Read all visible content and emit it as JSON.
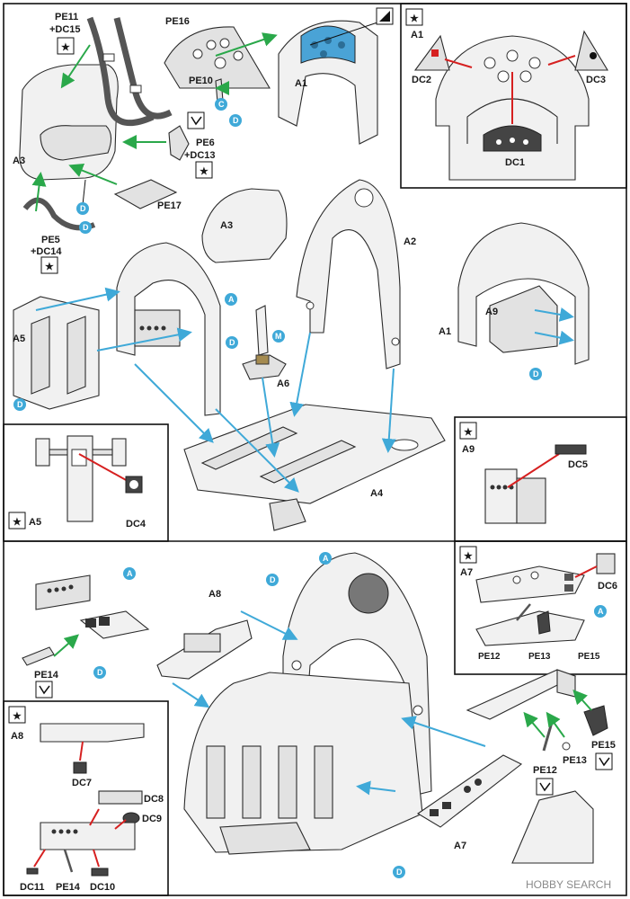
{
  "colors": {
    "paint_callout": "#3fa9d8",
    "blue_arrow": "#3fa9d8",
    "green_arrow": "#2aa84a",
    "red_line": "#d62020",
    "decal_panel": "#4aa3d6"
  },
  "icons": {
    "star": "star-icon",
    "pe_bend": "bend-icon",
    "corner": "corner-fold-icon"
  },
  "top": {
    "labels": {
      "pe11": "PE11",
      "dc15": "+DC15",
      "pe16": "PE16",
      "pe10": "PE10",
      "a1": "A1",
      "a3": "A3",
      "pe6": "PE6",
      "dc13": "+DC13",
      "pe17": "PE17",
      "pe5": "PE5",
      "dc14": "+DC14"
    },
    "callouts": {
      "c1": "C",
      "c2": "D",
      "c3": "D",
      "c4": "D"
    }
  },
  "inset_a1": {
    "star": "★",
    "part": "A1",
    "dc1": "DC1",
    "dc2": "DC2",
    "dc3": "DC3"
  },
  "middle": {
    "labels": {
      "a3": "A3",
      "a2": "A2",
      "a1": "A1",
      "a9": "A9",
      "a5": "A5",
      "a6": "A6",
      "a4": "A4"
    },
    "callouts": {
      "a": "A",
      "d1": "D",
      "m": "M",
      "d2": "D",
      "d3": "D"
    }
  },
  "inset_a5": {
    "star": "★",
    "part": "A5",
    "dc4": "DC4"
  },
  "inset_a9": {
    "star": "★",
    "part": "A9",
    "dc5": "DC5"
  },
  "bottom": {
    "labels": {
      "a8": "A8",
      "pe14": "PE14",
      "a7": "A7",
      "pe12": "PE12",
      "pe13": "PE13",
      "pe15": "PE15"
    },
    "callouts": {
      "a1": "A",
      "a2": "A",
      "d1": "D",
      "d2": "D",
      "d3": "D"
    }
  },
  "inset_a7": {
    "star": "★",
    "part": "A7",
    "dc6": "DC6",
    "pe12": "PE12",
    "pe13": "PE13",
    "pe15": "PE15",
    "callout": "A"
  },
  "inset_a8": {
    "star": "★",
    "part": "A8",
    "dc7": "DC7",
    "dc8": "DC8",
    "dc9": "DC9",
    "dc10": "DC10",
    "dc11": "DC11",
    "pe14": "PE14"
  },
  "watermark": "HOBBY SEARCH"
}
